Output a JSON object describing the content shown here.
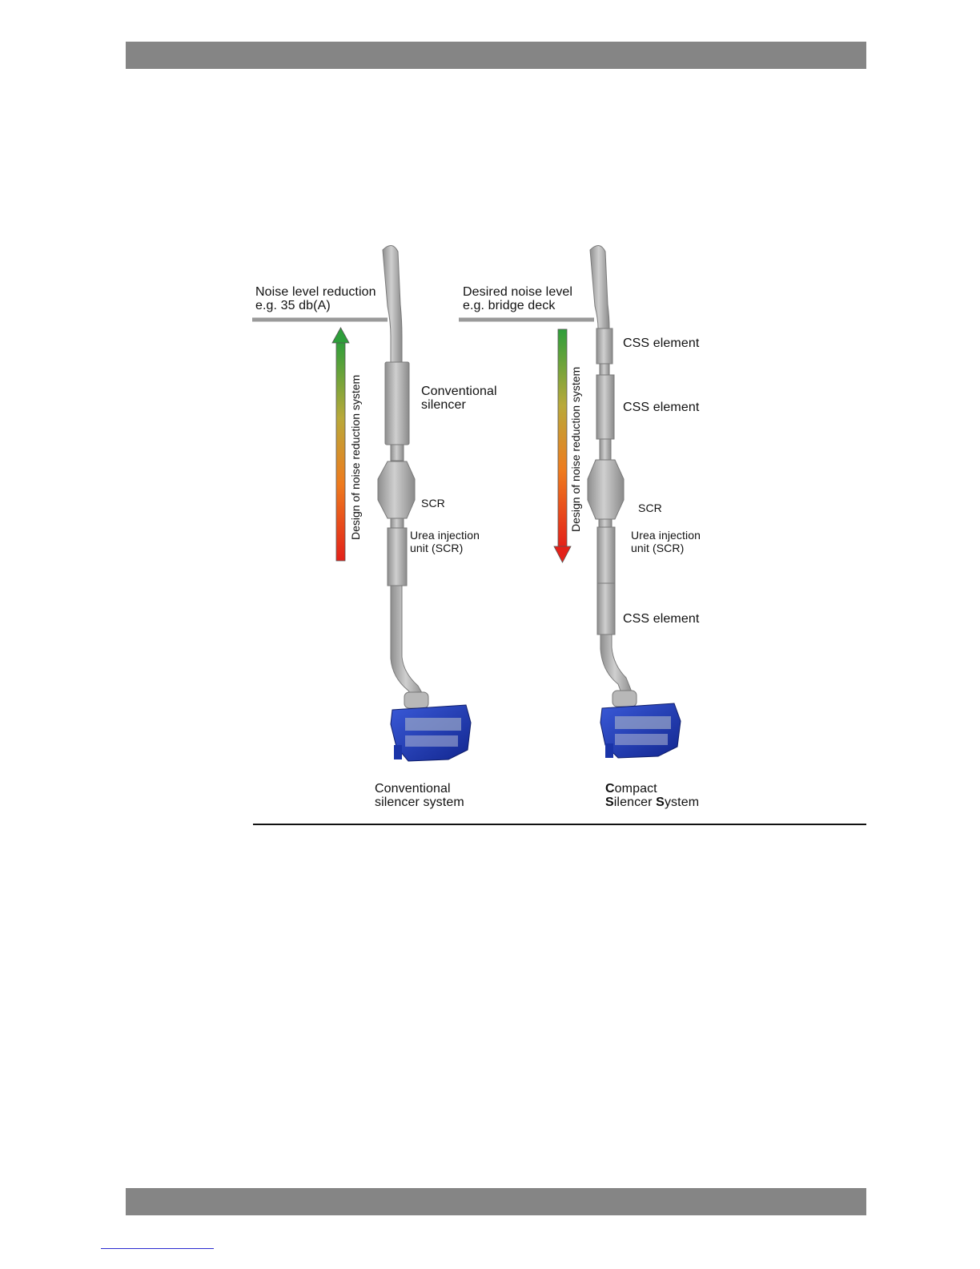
{
  "left_system": {
    "noise_label_1": "Noise level reduction",
    "noise_label_2": "e.g. 35 db(A)",
    "arrow_label": "Design of noise reduction system",
    "silencer_label_1": "Conventional",
    "silencer_label_2": "silencer",
    "scr_label": "SCR",
    "urea_label_1": "Urea injection",
    "urea_label_2": "unit (SCR)",
    "caption_1": "Conventional",
    "caption_2": "silencer system"
  },
  "right_system": {
    "noise_label_1": "Desired noise level",
    "noise_label_2": "e.g. bridge deck",
    "arrow_label": "Design of noise reduction system",
    "css_label_top": "CSS element",
    "css_label_middle": "CSS element",
    "scr_label": "SCR",
    "urea_label_1": "Urea injection",
    "urea_label_2": "unit (SCR)",
    "css_label_bottom": "CSS element",
    "caption_1_initial": "C",
    "caption_1_rest": "ompact",
    "caption_2_initial_1": "S",
    "caption_2_rest_1": "ilencer ",
    "caption_2_initial_2": "S",
    "caption_2_rest_2": "ystem"
  },
  "colors": {
    "header_bar": "#858585",
    "pipe": "#a9a9a9",
    "engine": "#1f3fbf",
    "arrow_up_top": "#2e9e3a",
    "arrow_bottom": "#e02020"
  }
}
